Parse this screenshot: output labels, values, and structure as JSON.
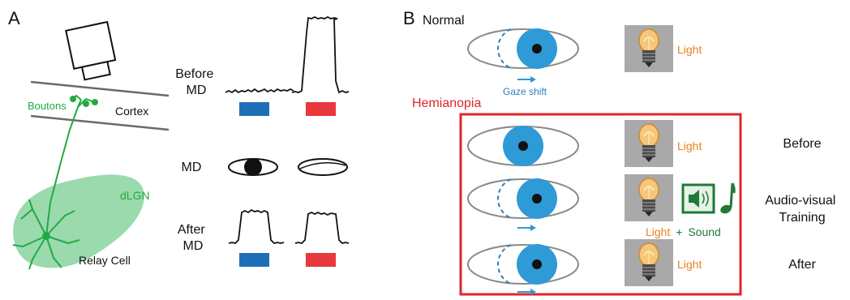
{
  "panel_a": {
    "letter": "A",
    "boutons_label": "Boutons",
    "cortex_label": "Cortex",
    "dlgn_label": "dLGN",
    "relay_cell_label": "Relay Cell",
    "before_label_1": "Before",
    "before_label_2": "MD",
    "md_label": "MD",
    "after_label_1": "After",
    "after_label_2": "MD"
  },
  "panel_b": {
    "letter": "B",
    "normal_label": "Normal",
    "gaze_shift_label": "Gaze shift",
    "hemianopia_label": "Hemianopia",
    "light_label": "Light",
    "plus_label": "+",
    "sound_label": "Sound",
    "before_label": "Before",
    "training_label_1": "Audio-visual",
    "training_label_2": "Training",
    "after_label": "After"
  },
  "colors": {
    "green": "#22aa44",
    "green_fill": "#8fd6a4",
    "blue_bar": "#1f6fb8",
    "red_bar": "#e8383c",
    "eye_blue": "#2e9ad6",
    "orange": "#e8821e",
    "sound_green": "#1e7a3a",
    "frame_red": "#e0262a"
  },
  "icons": [
    "camera-icon",
    "eye-icon",
    "light-bulb-icon",
    "speaker-icon",
    "music-note-icon",
    "arrow-right-icon"
  ]
}
